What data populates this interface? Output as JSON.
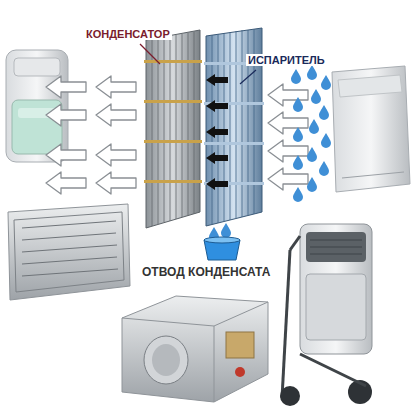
{
  "diagram": {
    "labels": [
      "КОНДЕНСАТОР",
      "ИСПАРИТЕЛЬ",
      "ОТВОД КОНДЕНСАТА"
    ]
  }
}
